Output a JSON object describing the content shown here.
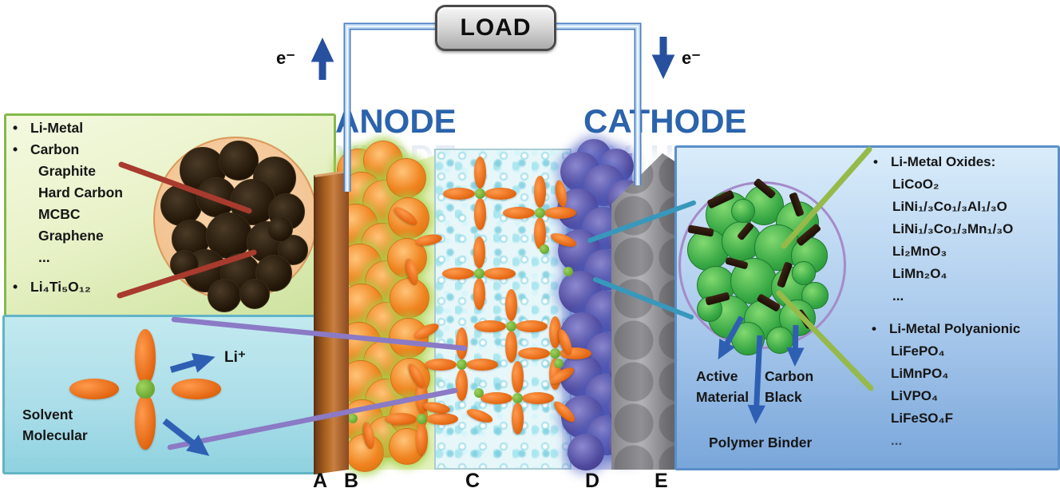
{
  "circuit": {
    "load_label": "LOAD",
    "electron_label_left": "e⁻",
    "electron_label_right": "e⁻"
  },
  "electrodes": {
    "anode_label": "ANODE",
    "cathode_label": "CATHODE"
  },
  "anode_box": {
    "bullet1": "Li-Metal",
    "bullet2": "Carbon",
    "sub_items": [
      "Graphite",
      "Hard Carbon",
      "MCBC",
      "Graphene",
      "..."
    ],
    "bullet3": "Li₄Ti₅O₁₂"
  },
  "solvent_box": {
    "ion_label": "Li⁺",
    "caption_line1": "Solvent",
    "caption_line2": "Molecular"
  },
  "cathode_box": {
    "oxides_heading": "Li-Metal Oxides:",
    "oxides": [
      "LiCoO₂",
      "LiNi₁/₃Co₁/₃Al₁/₃O",
      "LiNi₁/₃Co₁/₃Mn₁/₃O",
      "Li₂MnO₃",
      "LiMn₂O₄",
      "..."
    ],
    "polyanionic_heading": "Li-Metal Polyanionic",
    "polyanionic": [
      "LiFePO₄",
      "LiMnPO₄",
      "LiVPO₄",
      "LiFeSO₄F",
      "..."
    ],
    "label_active_line1": "Active",
    "label_active_line2": "Material",
    "label_carbon_line1": "Carbon",
    "label_carbon_line2": "Black",
    "label_binder": "Polymer Binder"
  },
  "layer_labels": [
    "A",
    "B",
    "C",
    "D",
    "E"
  ],
  "colors": {
    "wire_blue": "#4e7fbe",
    "electron_arrow_blue": "#27509e",
    "electrode_label_blue": "#2b63ac",
    "anode_particle_orange": "#f08420",
    "cathode_particle_purple": "#4f4a9e",
    "cathode_material_green": "#37a844",
    "solvent_petal_orange": "#e3650f",
    "li_ion_green": "#55931d",
    "copper_collector": "#a9611f",
    "aluminum_collector": "#9a9a9e",
    "callout_red": "#a83a2e",
    "callout_purple": "#8b7ac5",
    "callout_teal": "#3898bc",
    "callout_green": "#96ba4a"
  }
}
